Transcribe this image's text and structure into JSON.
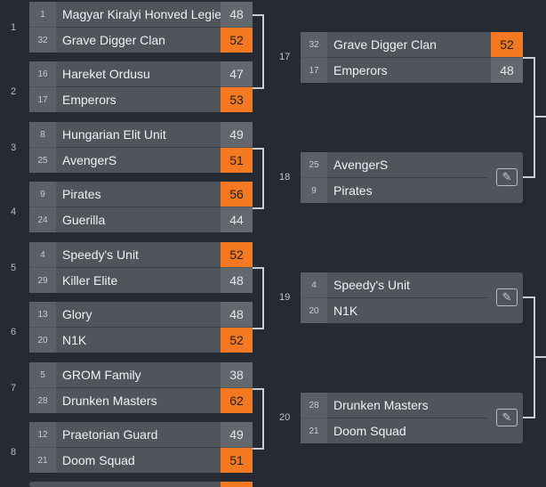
{
  "round1": [
    {
      "seed_label": "1",
      "top": {
        "seed": "1",
        "name": "Magyar Kiralyi Honved Legie",
        "score": "48",
        "win": false
      },
      "bottom": {
        "seed": "32",
        "name": "Grave Digger Clan",
        "score": "52",
        "win": true
      }
    },
    {
      "seed_label": "2",
      "top": {
        "seed": "16",
        "name": "Hareket Ordusu",
        "score": "47",
        "win": false
      },
      "bottom": {
        "seed": "17",
        "name": "Emperors",
        "score": "53",
        "win": true
      }
    },
    {
      "seed_label": "3",
      "top": {
        "seed": "8",
        "name": "Hungarian Elit Unit",
        "score": "49",
        "win": false
      },
      "bottom": {
        "seed": "25",
        "name": "AvengerS",
        "score": "51",
        "win": true
      }
    },
    {
      "seed_label": "4",
      "top": {
        "seed": "9",
        "name": "Pirates",
        "score": "56",
        "win": true
      },
      "bottom": {
        "seed": "24",
        "name": "Guerilla",
        "score": "44",
        "win": false
      }
    },
    {
      "seed_label": "5",
      "top": {
        "seed": "4",
        "name": "Speedy's Unit",
        "score": "52",
        "win": true
      },
      "bottom": {
        "seed": "29",
        "name": "Killer Elite",
        "score": "48",
        "win": false
      }
    },
    {
      "seed_label": "6",
      "top": {
        "seed": "13",
        "name": "Glory",
        "score": "48",
        "win": false
      },
      "bottom": {
        "seed": "20",
        "name": "N1K",
        "score": "52",
        "win": true
      }
    },
    {
      "seed_label": "7",
      "top": {
        "seed": "5",
        "name": "GROM Family",
        "score": "38",
        "win": false
      },
      "bottom": {
        "seed": "28",
        "name": "Drunken Masters",
        "score": "62",
        "win": true
      }
    },
    {
      "seed_label": "8",
      "top": {
        "seed": "12",
        "name": "Praetorian Guard",
        "score": "49",
        "win": false
      },
      "bottom": {
        "seed": "21",
        "name": "Doom Squad",
        "score": "51",
        "win": true
      }
    }
  ],
  "round2": [
    {
      "match_no": "17",
      "top": {
        "seed": "32",
        "name": "Grave Digger Clan",
        "score": "52",
        "win": true
      },
      "bottom": {
        "seed": "17",
        "name": "Emperors",
        "score": "48",
        "win": false
      },
      "editable": false
    },
    {
      "match_no": "18",
      "top": {
        "seed": "25",
        "name": "AvengerS",
        "score": "",
        "win": false
      },
      "bottom": {
        "seed": "9",
        "name": "Pirates",
        "score": "",
        "win": false
      },
      "editable": true
    },
    {
      "match_no": "19",
      "top": {
        "seed": "4",
        "name": "Speedy's Unit",
        "score": "",
        "win": false
      },
      "bottom": {
        "seed": "20",
        "name": "N1K",
        "score": "",
        "win": false
      },
      "editable": true
    },
    {
      "match_no": "20",
      "top": {
        "seed": "28",
        "name": "Drunken Masters",
        "score": "",
        "win": false
      },
      "bottom": {
        "seed": "21",
        "name": "Doom Squad",
        "score": "",
        "win": false
      },
      "editable": true
    }
  ],
  "icons": {
    "edit": "edit-icon"
  },
  "colors": {
    "background": "#262a33",
    "winner": "#f47921",
    "box": "#50545b",
    "connector": "#c9ccd2"
  }
}
